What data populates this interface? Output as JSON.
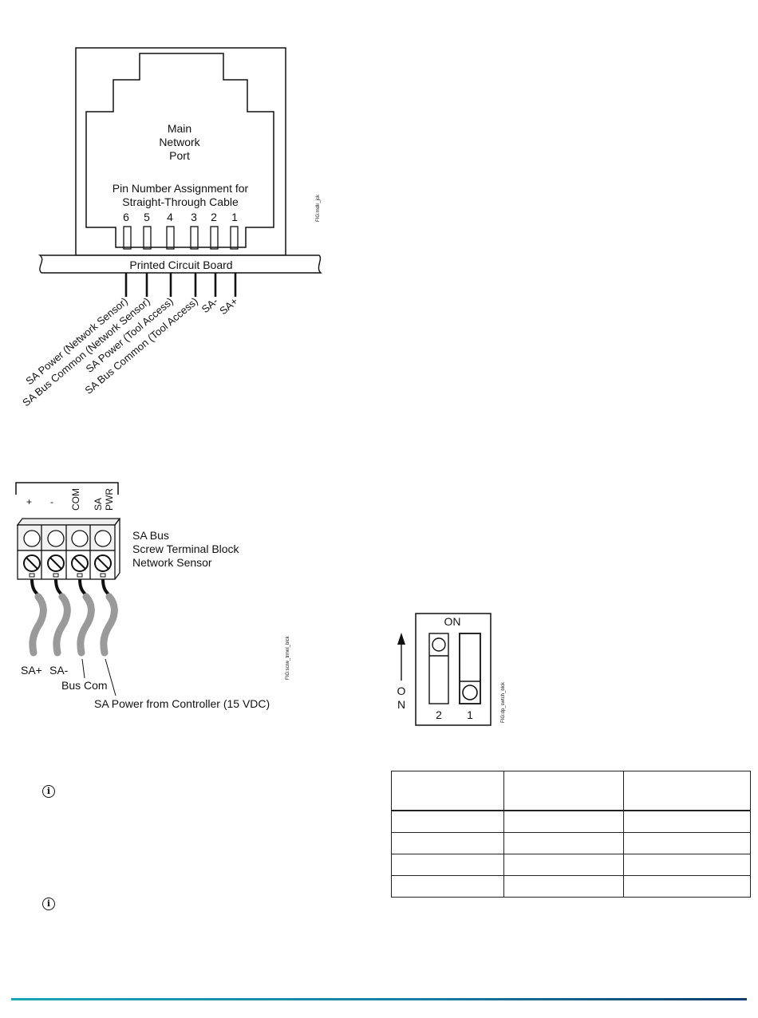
{
  "jack_figure": {
    "port_title": [
      "Main",
      "Network",
      "Port"
    ],
    "pin_caption": [
      "Pin Number Assignment for",
      "Straight-Through Cable"
    ],
    "pin_numbers": [
      "6",
      "5",
      "4",
      "3",
      "2",
      "1"
    ],
    "board_label": "Printed Circuit Board",
    "pin_signals": [
      "SA Power (Network Sensor)",
      "SA Bus Common (Network Sensor)",
      "SA Power (Tool Access)",
      "SA Bus Common (Tool Access)",
      "SA-",
      "SA+"
    ],
    "fig_code": "FIG:mdlr_jck"
  },
  "terminal_figure": {
    "top_labels": [
      "+",
      "-",
      "COM",
      "SA",
      "PWR"
    ],
    "block_caption": [
      "SA Bus",
      "Screw Terminal Block",
      "Network Sensor"
    ],
    "wire_labels": {
      "sa_plus": "SA+",
      "sa_minus": "SA-",
      "bus_com": "Bus Com",
      "sa_power": "SA Power from Controller (15 VDC)"
    },
    "fig_code": "FIG:scrw_trmnl_blck"
  },
  "dip_figure": {
    "on_top": "ON",
    "on_side": [
      "O",
      "N"
    ],
    "switch_numbers": [
      "2",
      "1"
    ],
    "fig_code": "FIG:dp_swtch_blck"
  },
  "table": {
    "headers": [
      "",
      "",
      ""
    ],
    "rows": [
      [
        "",
        "",
        ""
      ],
      [
        "",
        "",
        ""
      ],
      [
        "",
        "",
        ""
      ],
      [
        "",
        "",
        ""
      ]
    ]
  },
  "notes": {
    "info_glyph": "i"
  }
}
